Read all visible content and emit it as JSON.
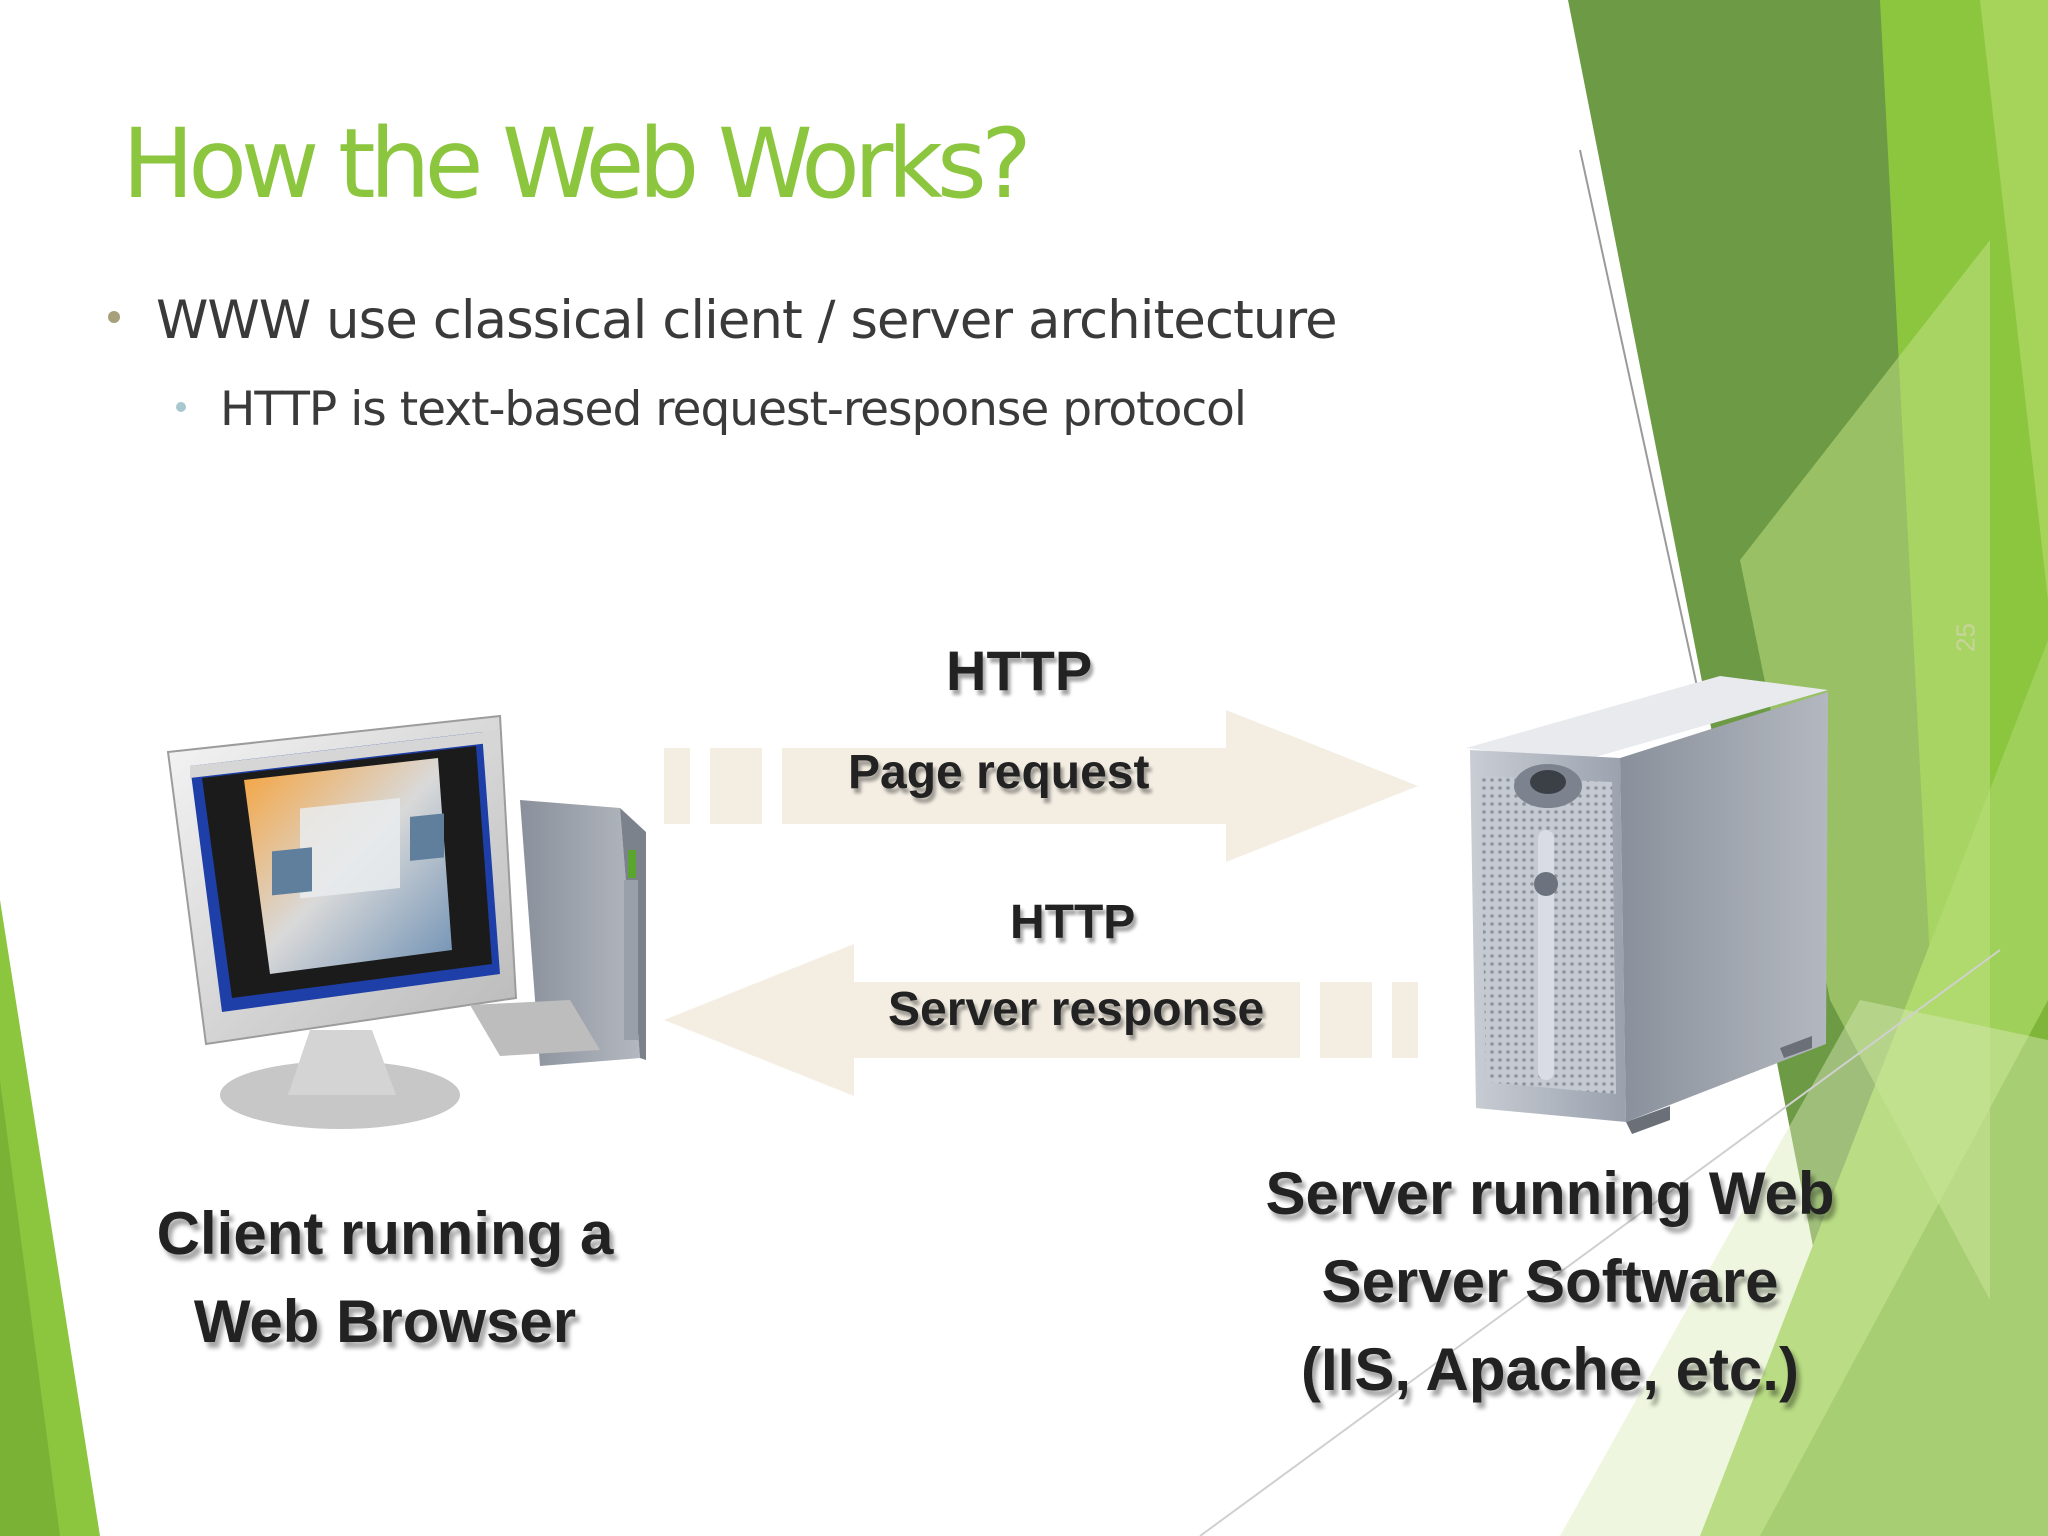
{
  "slide": {
    "title": "How the Web Works?",
    "bullets": [
      {
        "text": "WWW use classical client / server architecture",
        "level": 1
      },
      {
        "text": "HTTP is text-based request-response protocol",
        "level": 2
      }
    ],
    "slide_number": "25"
  },
  "diagram": {
    "request": {
      "protocol": "HTTP",
      "label": "Page request"
    },
    "response": {
      "protocol": "HTTP",
      "label": "Server response"
    },
    "client_caption_lines": [
      "Client running a",
      "Web Browser"
    ],
    "server_caption_lines": [
      "Server running Web",
      "Server Software",
      "(IIS, Apache, etc.)"
    ]
  },
  "colors": {
    "title": "#8cc63f",
    "accent_green": "#8cc63f",
    "dark_green": "#6d9a45",
    "arrow_fill": "#f3ede2",
    "label_text": "#222222",
    "body_text": "#3a3a3a"
  },
  "icons": [
    "client-computer-icon",
    "server-tower-icon",
    "request-arrow-icon",
    "response-arrow-icon"
  ]
}
